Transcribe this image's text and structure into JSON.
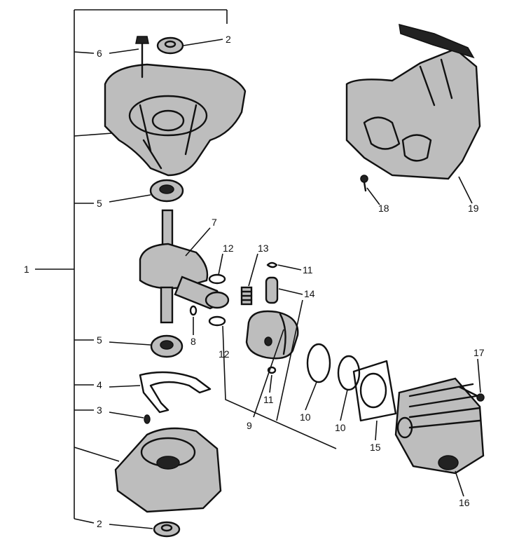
{
  "callouts": {
    "c1": "1",
    "c2_top": "2",
    "c2_bottom": "2",
    "c3": "3",
    "c4": "4",
    "c5_top": "5",
    "c5_bottom": "5",
    "c6": "6",
    "c7": "7",
    "c8": "8",
    "c9": "9",
    "c10_a": "10",
    "c10_b": "10",
    "c11_a": "11",
    "c11_b": "11",
    "c12_a": "12",
    "c12_b": "12",
    "c13": "13",
    "c14": "14",
    "c15": "15",
    "c16": "16",
    "c17": "17",
    "c18": "18",
    "c19": "19"
  },
  "colors": {
    "ink": "#111111",
    "paper": "#ffffff",
    "tone": "#bdbdbd"
  }
}
